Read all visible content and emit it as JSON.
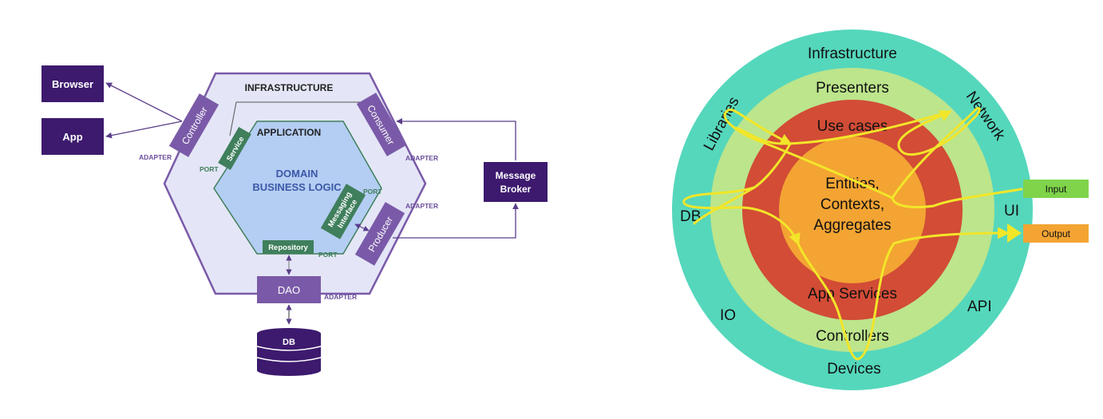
{
  "hexagonal": {
    "browser": "Browser",
    "app": "App",
    "infrastructure": "INFRASTRUCTURE",
    "application": "APPLICATION",
    "domain_line1": "DOMAIN",
    "domain_line2": "BUSINESS LOGIC",
    "controller": "Controller",
    "consumer": "Consumer",
    "producer": "Producer",
    "service": "Service",
    "messaging_line1": "Messaging",
    "messaging_line2": "Interface",
    "repository": "Repository",
    "dao": "DAO",
    "db": "DB",
    "message_broker_line1": "Message",
    "message_broker_line2": "Broker",
    "adapter": "ADAPTER",
    "port": "PORT"
  },
  "onion": {
    "infrastructure": "Infrastructure",
    "presenters": "Presenters",
    "use_cases": "Use cases",
    "center_line1": "Entities,",
    "center_line2": "Contexts,",
    "center_line3": "Aggregates",
    "app_services": "App Services",
    "controllers": "Controllers",
    "devices": "Devices",
    "libraries": "Libraries",
    "network": "Network",
    "db": "DB",
    "ui": "UI",
    "io": "IO",
    "api": "API",
    "input": "Input",
    "output": "Output"
  },
  "colors": {
    "purple_dark": "#3d1a6e",
    "purple_mid": "#7a5aa8",
    "hex_outer_fill": "#e4e6f7",
    "hex_inner_fill": "#b4cdf2",
    "port_green": "#3f7f5c",
    "ring_outer": "#55d7bc",
    "ring_2": "#bce58c",
    "ring_3": "#d24c36",
    "core": "#f3a433",
    "input_green": "#7fd44a",
    "output_orange": "#f3a433",
    "flow_yellow": "#f2e629"
  }
}
